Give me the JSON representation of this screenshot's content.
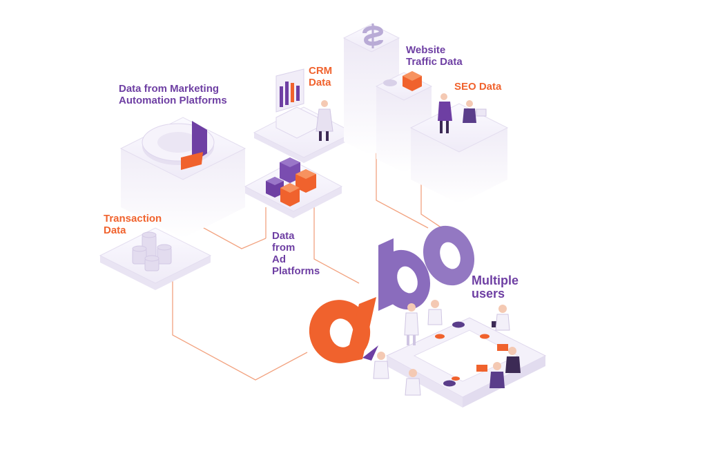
{
  "labels": {
    "marketing": "Data from Marketing\nAutomation Platforms",
    "crm": "CRM\nData",
    "website": "Website\nTraffic Data",
    "seo": "SEO Data",
    "transaction": "Transaction\nData",
    "ad_platforms": "Data\nfrom\nAd\nPlatforms",
    "users": "Multiple\nusers"
  },
  "colors": {
    "purple": "#6e3fa3",
    "orange": "#f0622d",
    "logo_purple": "#8a6cbd",
    "block_light": "#f3f0f9",
    "block_side": "#e7e2f1",
    "connector": "#f2a27f"
  },
  "icons": {
    "logo": "ab-logo",
    "dollar": "dollar-icon",
    "donut": "donut-chart-icon",
    "coins": "coin-stack-icon",
    "cubes": "cubes-icon",
    "bar_screen": "bar-chart-screen-icon",
    "table": "meeting-table-icon"
  }
}
